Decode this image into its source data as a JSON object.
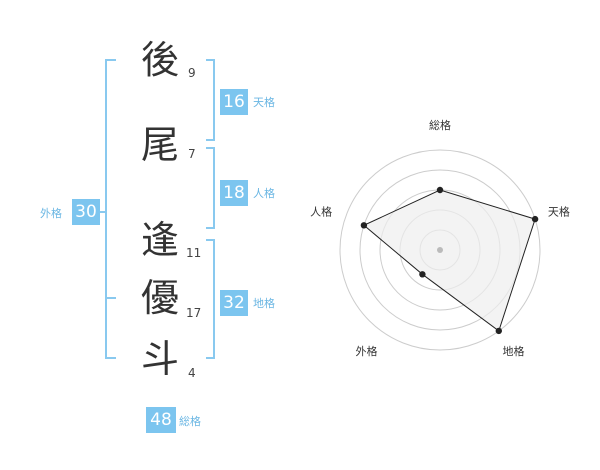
{
  "name_chars": [
    {
      "char": "後",
      "strokes": "9"
    },
    {
      "char": "尾",
      "strokes": "7"
    },
    {
      "char": "逢",
      "strokes": "11"
    },
    {
      "char": "優",
      "strokes": "17"
    },
    {
      "char": "斗",
      "strokes": "4"
    }
  ],
  "grades": {
    "tenkaku": {
      "value": "16",
      "label": "天格"
    },
    "jinkaku": {
      "value": "18",
      "label": "人格"
    },
    "chikaku": {
      "value": "32",
      "label": "地格"
    },
    "gaikaku": {
      "value": "30",
      "label": "外格"
    },
    "soukaku": {
      "value": "48",
      "label": "総格"
    }
  },
  "colors": {
    "accent": "#7cc5ef",
    "bracket": "#89c9ef",
    "radar_fill": "#eeeeee",
    "ring": "#cccccc"
  },
  "chart_data": {
    "type": "radar",
    "axes": [
      "総格",
      "天格",
      "地格",
      "外格",
      "人格"
    ],
    "values": [
      3,
      5,
      5,
      1.5,
      4
    ],
    "rmax": 5,
    "rings": 5
  }
}
